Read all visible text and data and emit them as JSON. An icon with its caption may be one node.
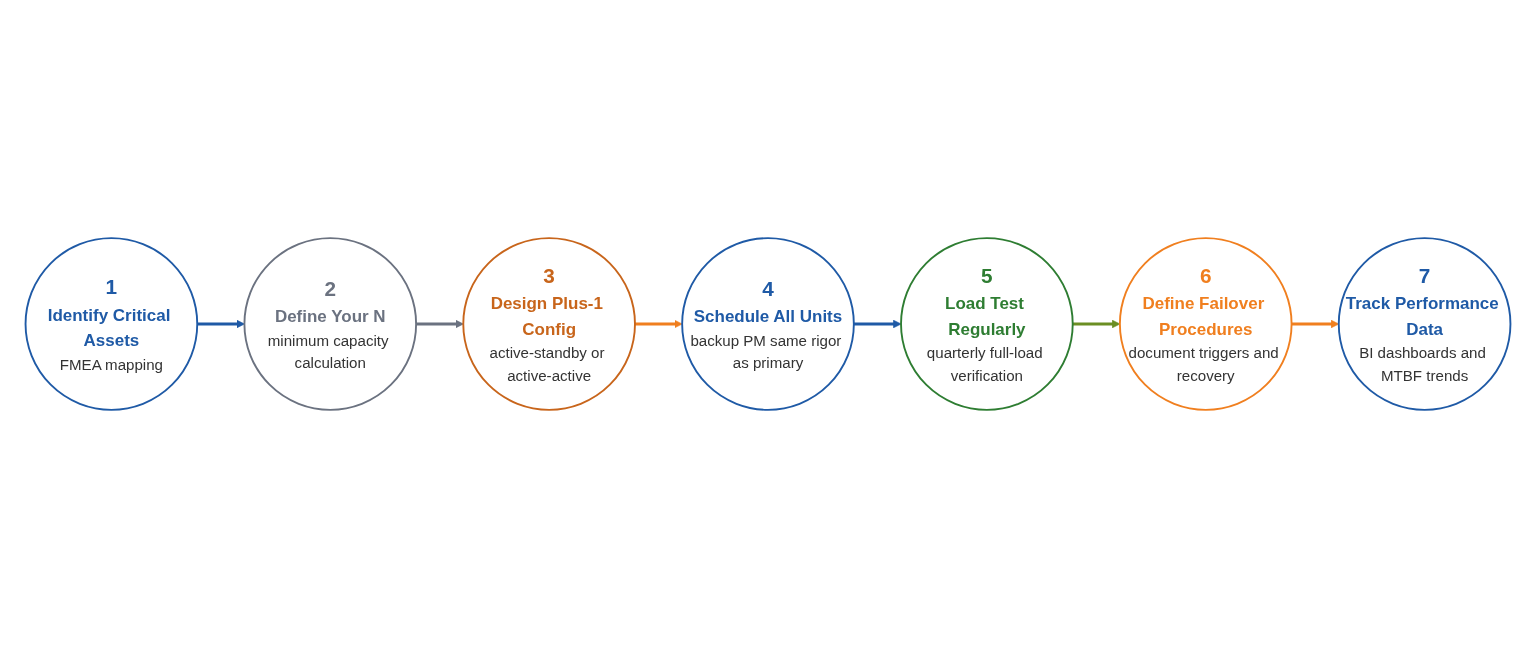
{
  "diagram": {
    "nodes": [
      {
        "text": [
          "1",
          "Identify Critical Assets",
          "FMEA mapping"
        ]
      },
      {
        "text": [
          "2",
          "Define Your N",
          "minimum capacity calculation"
        ]
      },
      {
        "text": [
          "3",
          "Design Plus-1 Config",
          "active-standby or active-active"
        ]
      },
      {
        "text": [
          "4",
          "Schedule All Units",
          "backup PM same rigor as primary"
        ]
      },
      {
        "text": [
          "5",
          "Load Test Regularly",
          "quarterly full-load verification"
        ]
      },
      {
        "text": [
          "6",
          "Define Failover Procedures",
          "document triggers and recovery"
        ]
      },
      {
        "text": [
          "7",
          "Track Performance Data",
          "BI dashboards and MTBF trends"
        ]
      }
    ],
    "edges": [
      {
        "from": 0,
        "to": 1,
        "arrow": "to",
        "color": "#1f5aa6"
      },
      {
        "from": 1,
        "to": 2,
        "arrow": "to",
        "color": "#6b7280"
      },
      {
        "from": 2,
        "to": 3,
        "arrow": "to",
        "color": "#f07f1f"
      },
      {
        "from": 3,
        "to": 4,
        "arrow": "to",
        "color": "#1f5aa6"
      },
      {
        "from": 4,
        "to": 5,
        "arrow": "to",
        "color": "#6b8e23"
      },
      {
        "from": 5,
        "to": 6,
        "arrow": "to",
        "color": "#f07f1f"
      }
    ]
  }
}
